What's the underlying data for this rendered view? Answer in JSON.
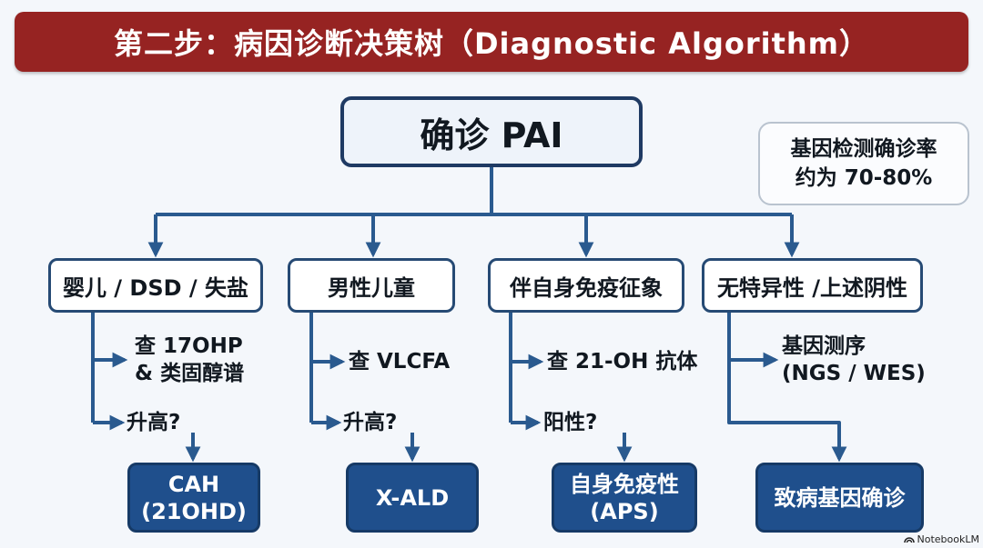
{
  "title": "第二步：病因诊断决策树（Diagnostic Algorithm）",
  "root": "确诊 PAI",
  "note": {
    "line1": "基因检测确诊率",
    "line2": "约为 70-80%"
  },
  "branches": [
    {
      "label": "婴儿 / DSD / 失盐",
      "test_line1": "查 17OHP",
      "test_line2": "& 类固醇谱",
      "question": "升高?",
      "result_line1": "CAH",
      "result_line2": "(21OHD)"
    },
    {
      "label": "男性儿童",
      "test_line1": "查 VLCFA",
      "question": "升高?",
      "result_line1": "X-ALD"
    },
    {
      "label": "伴自身免疫征象",
      "test_line1": "查 21-OH 抗体",
      "question": "阳性?",
      "result_line1": "自身免疫性",
      "result_line2": "(APS)"
    },
    {
      "label": "无特异性 /上述阴性",
      "test_line1": "基因测序",
      "test_line2": "(NGS / WES)",
      "result_line1": "致病基因确诊"
    }
  ],
  "watermark": "NotebookLM",
  "colors": {
    "title_bg": "#962322",
    "line": "#2a5a8f",
    "result_bg": "#1f4f8c",
    "border": "#1f3a63"
  }
}
